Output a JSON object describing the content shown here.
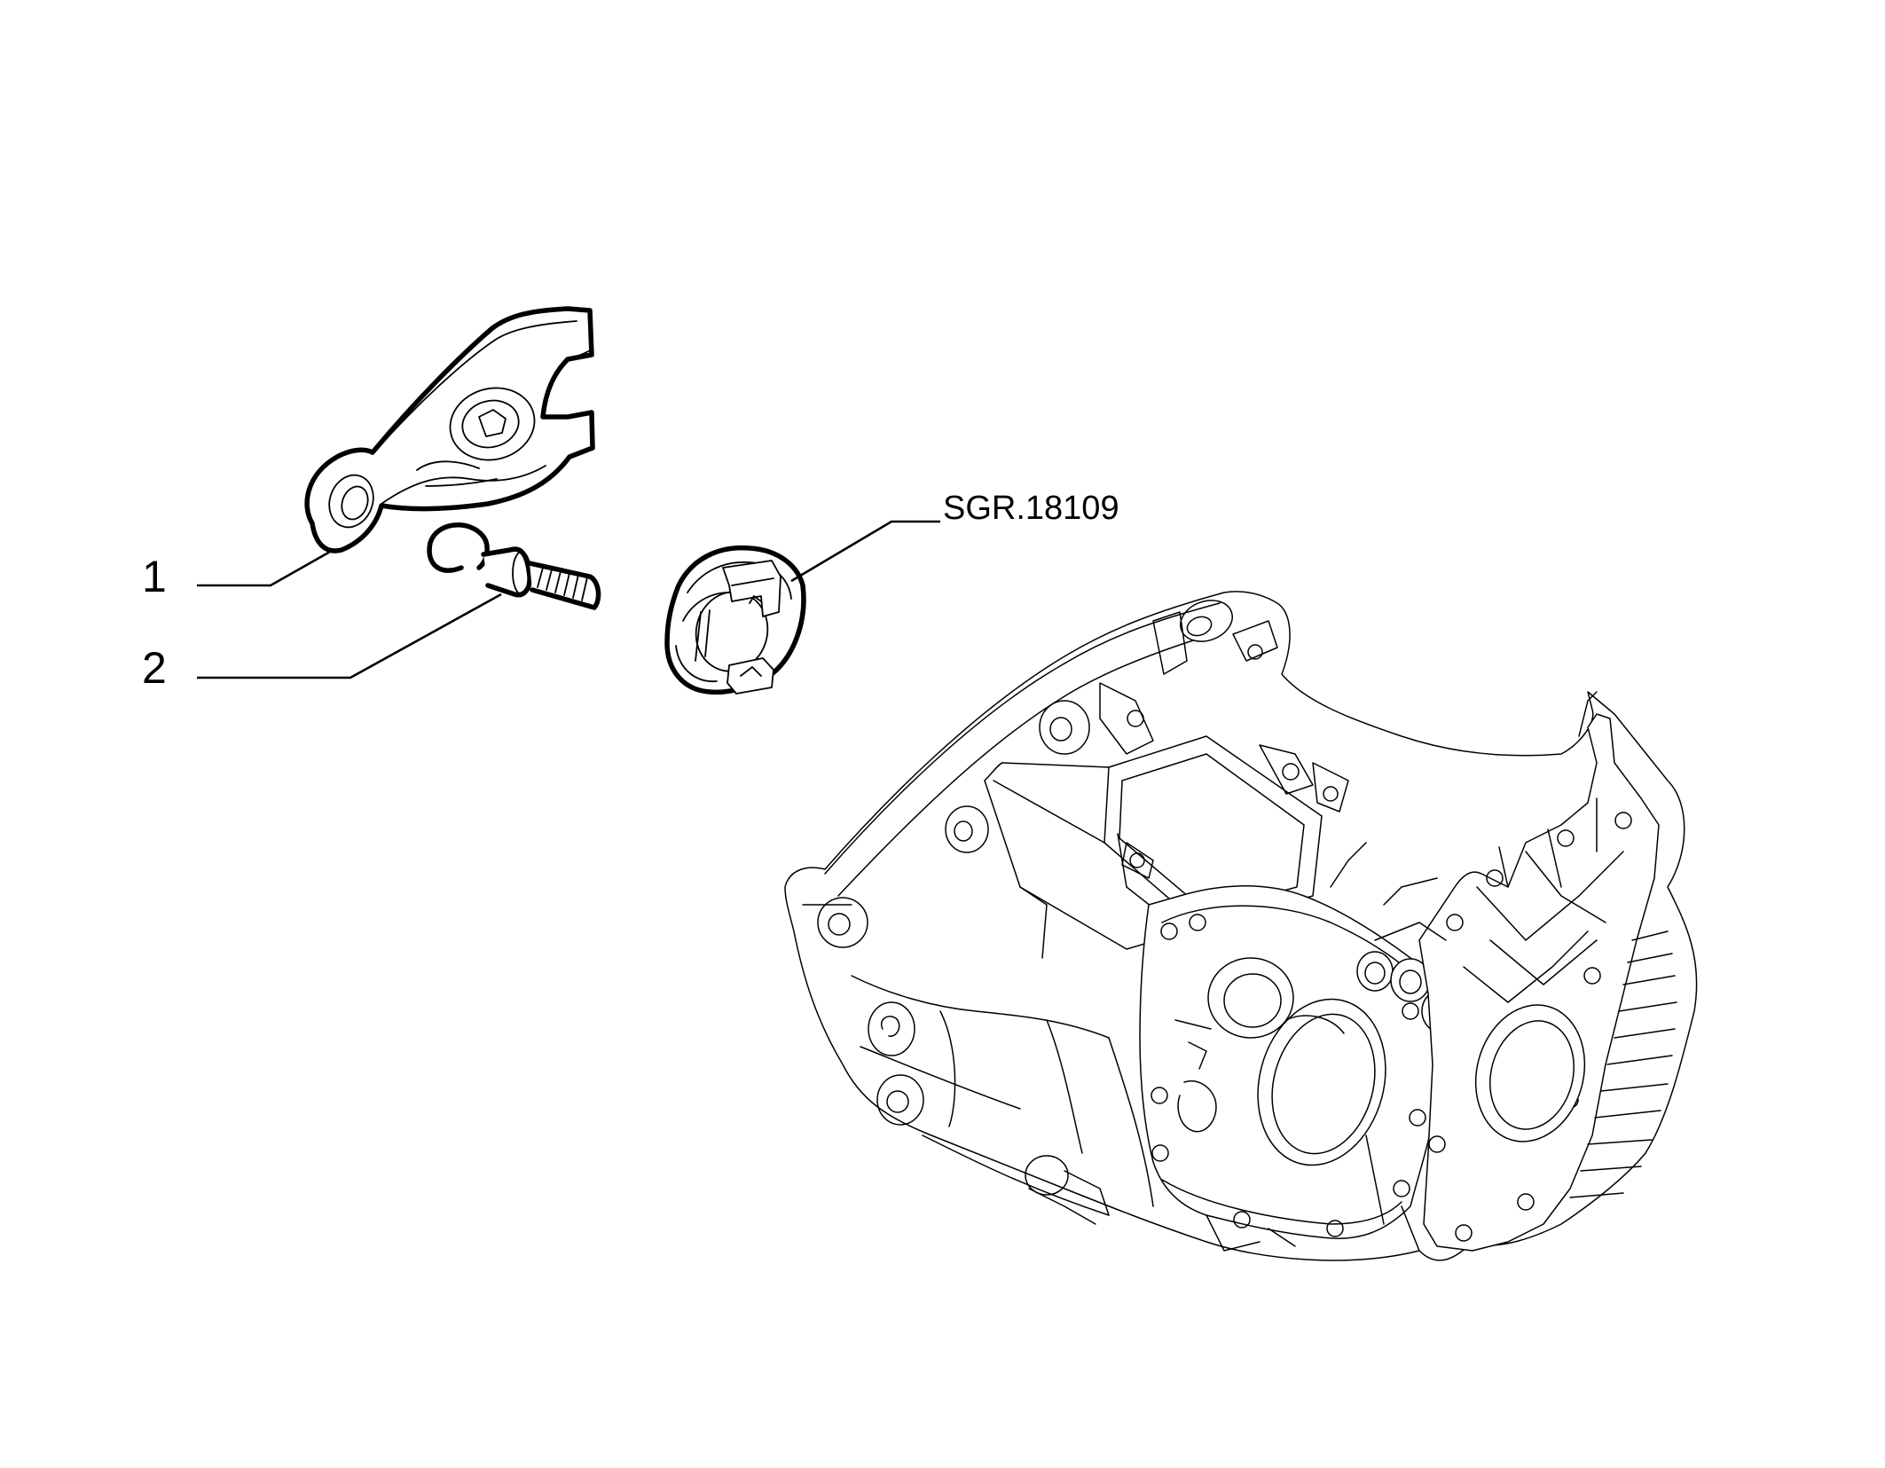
{
  "callouts": [
    {
      "id": "1",
      "label": "1",
      "part": "clutch-release-fork"
    },
    {
      "id": "2",
      "label": "2",
      "part": "ball-pivot-stud"
    },
    {
      "id": "sgr",
      "label": "SGR.18109",
      "part": "release-bearing"
    }
  ],
  "colors": {
    "line": "#000000",
    "background": "#ffffff"
  }
}
